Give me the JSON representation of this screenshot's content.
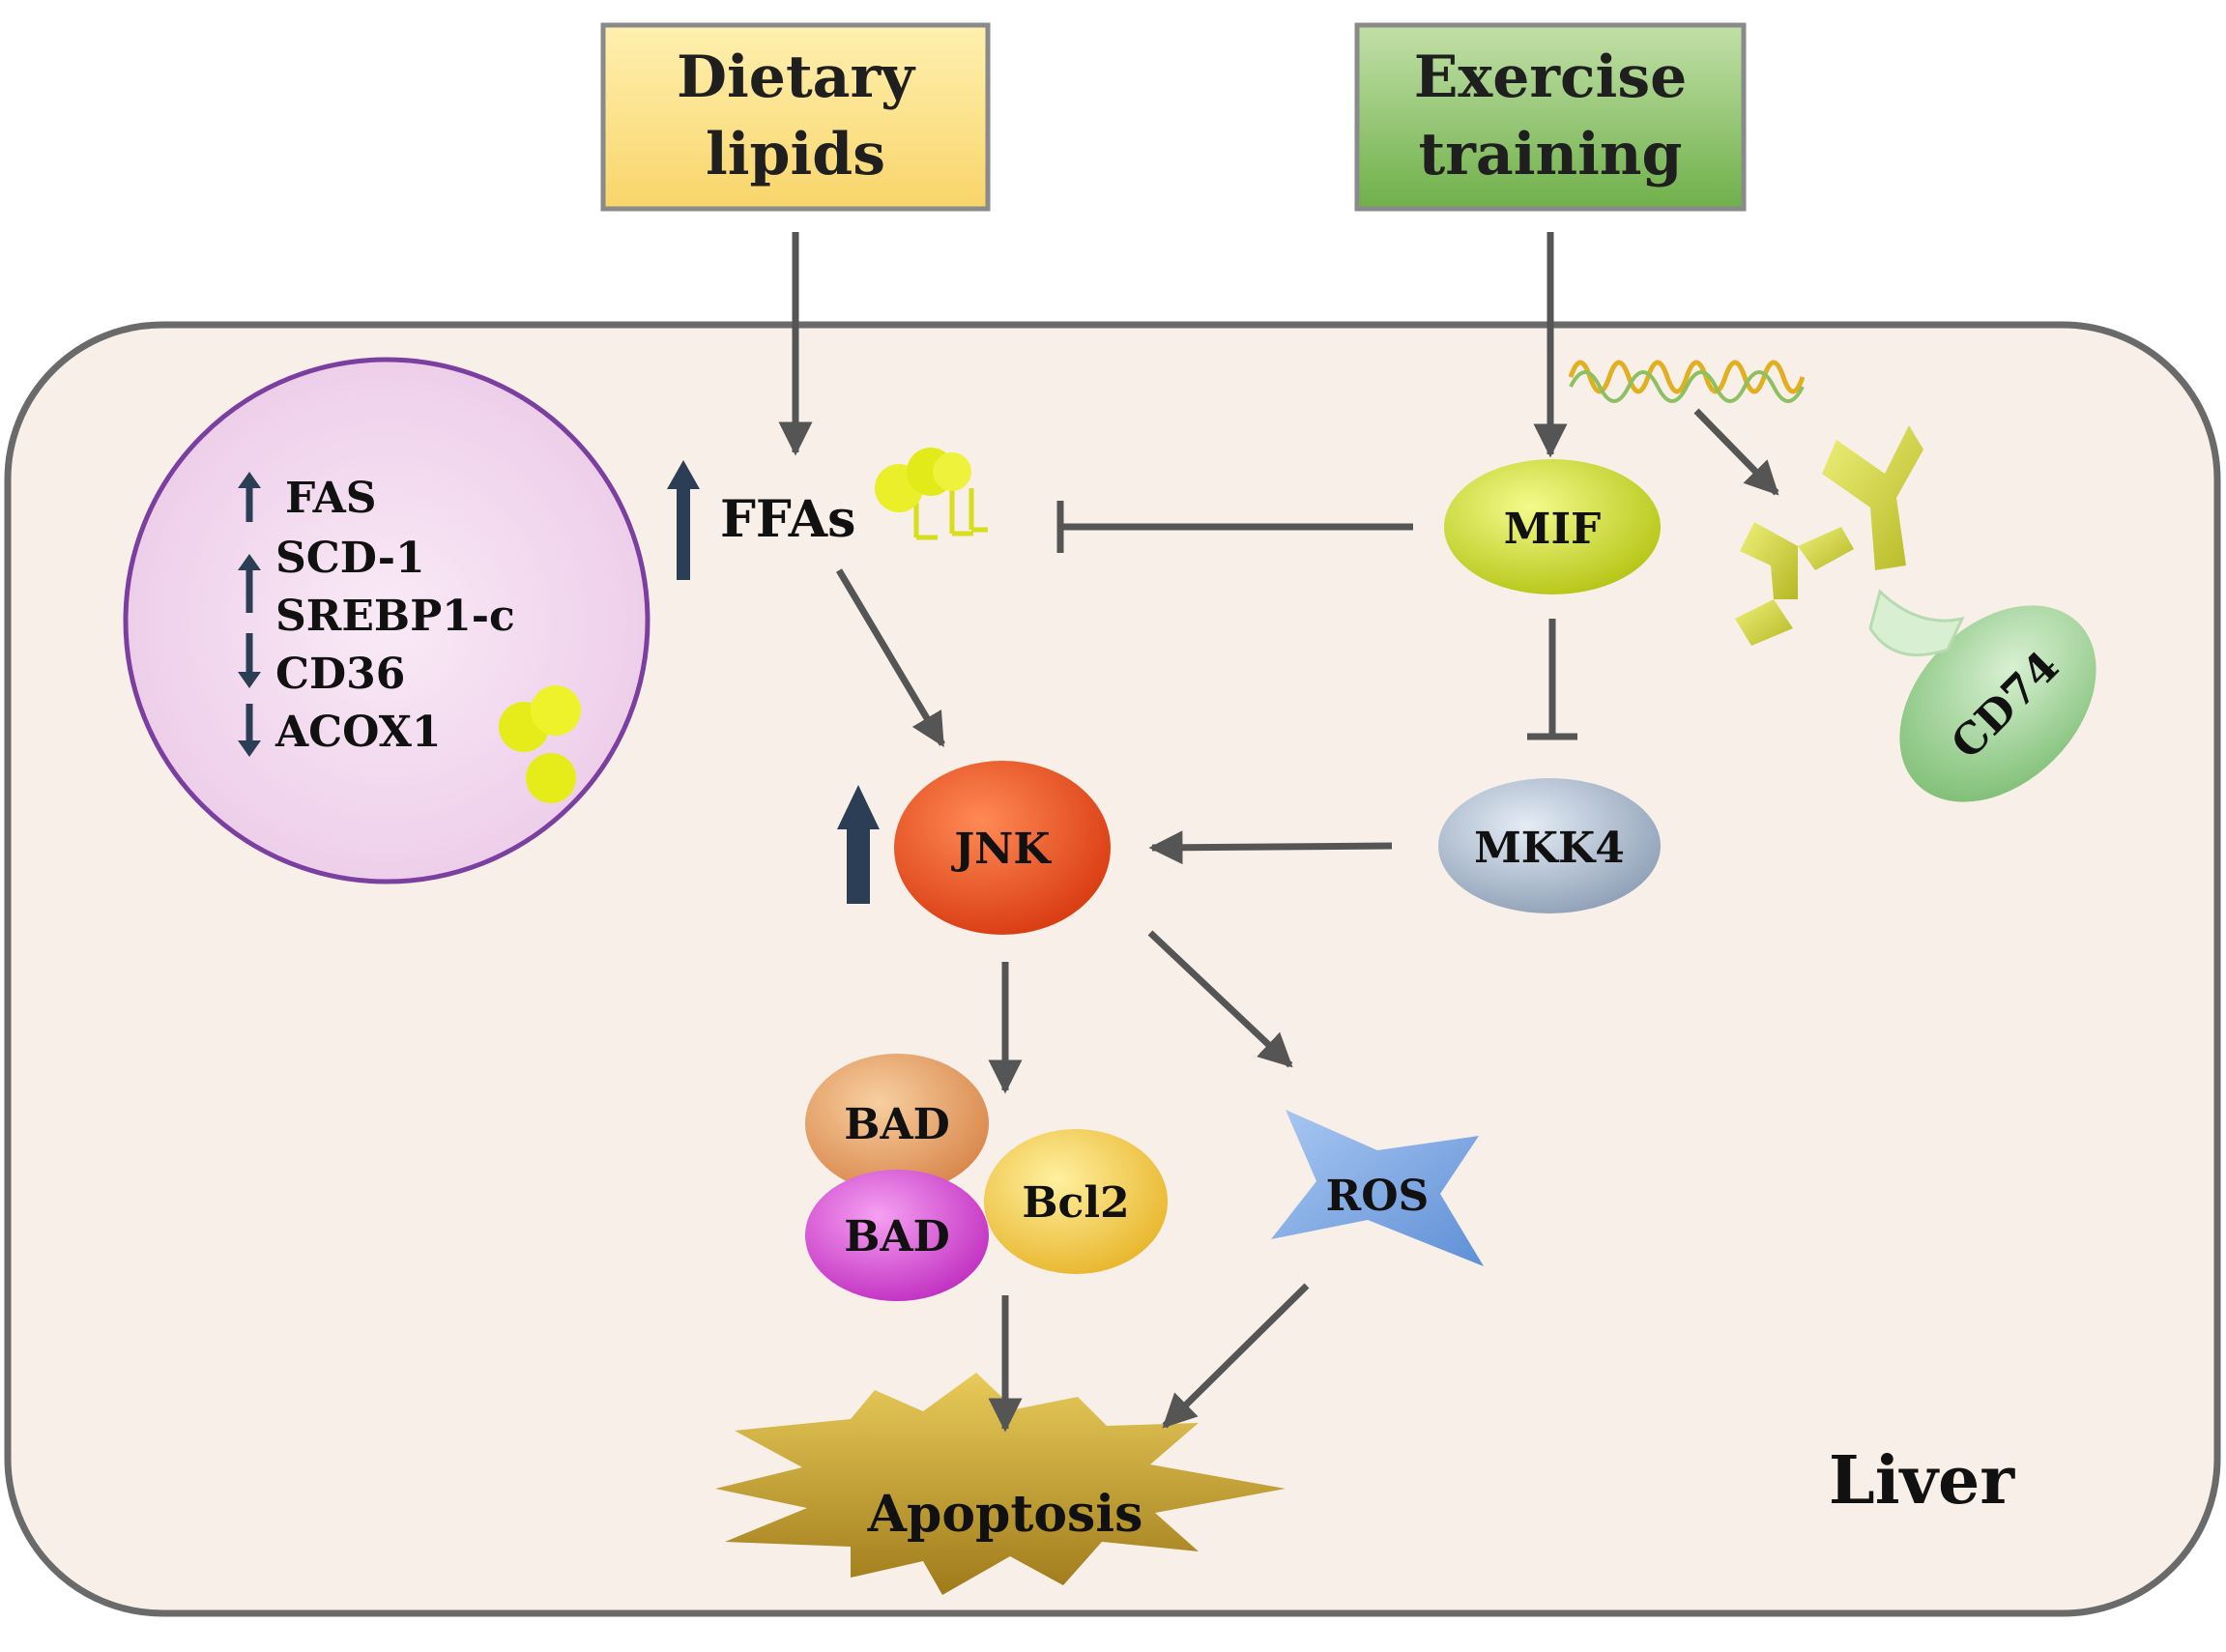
{
  "inputs": {
    "dietary": {
      "line1": "Dietary",
      "line2": "lipids"
    },
    "exercise": {
      "line1": "Exercise",
      "line2": "training"
    }
  },
  "cell": {
    "label": "Liver"
  },
  "nucleus": {
    "genes": [
      {
        "name": "FAS",
        "direction": "up"
      },
      {
        "name": "SCD-1",
        "direction": "up"
      },
      {
        "name": "SREBP1-c",
        "direction": "up"
      },
      {
        "name": "CD36",
        "direction": "down"
      },
      {
        "name": "ACOX1",
        "direction": "down"
      }
    ]
  },
  "nodes": {
    "ffas": "FFAs",
    "mif": "MIF",
    "jnk": "JNK",
    "mkk4": "MKK4",
    "bad_top": "BAD",
    "bad_bottom": "BAD",
    "bcl2": "Bcl2",
    "ros": "ROS",
    "apoptosis": "Apoptosis",
    "cd74": "CD74"
  },
  "colors": {
    "dietary_box": "#fbe08a",
    "exercise_box": "#8cc26a",
    "cell_fill": "#f8efe9",
    "nucleus_fill": "#f3dcef",
    "mif": "#d8e61a",
    "jnk": "#f0541a",
    "mkk4": "#b7c6d8",
    "bad_top": "#f0a86c",
    "bad_bottom": "#e34fe0",
    "bcl2": "#f5d24a",
    "ros": "#86aee6",
    "apoptosis": "#c9a42a",
    "cd74": "#a8d7a0",
    "arrow": "#555555",
    "up_down_arrow": "#2c3e56"
  }
}
